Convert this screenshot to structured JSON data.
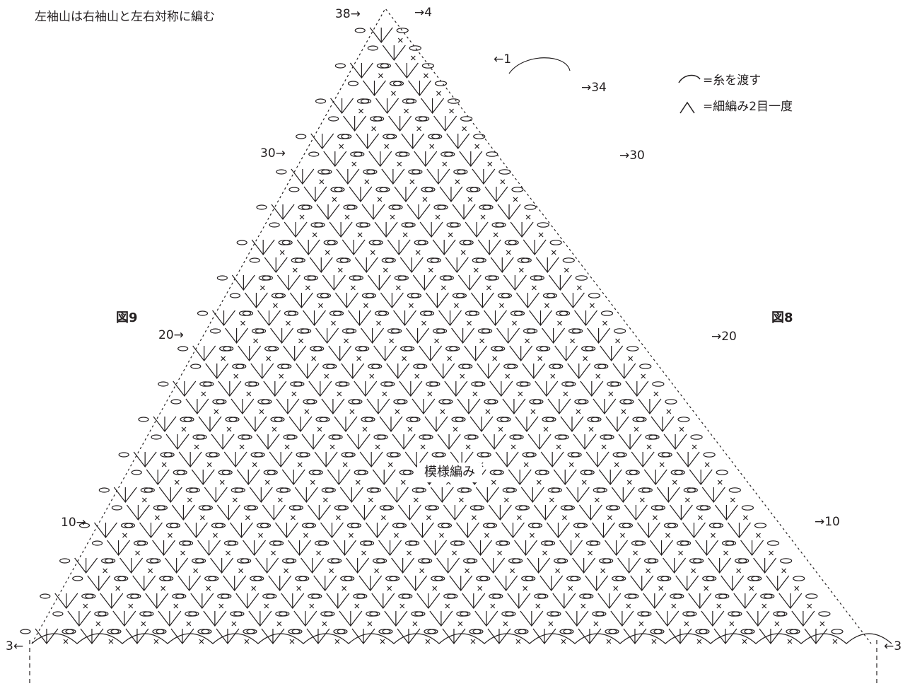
{
  "note": "左袖山は右袖山と左右対称に編む",
  "legend": {
    "yarn": "=糸を渡す",
    "dec": "=細編み2目一度"
  },
  "figures": {
    "left": "図9",
    "right": "図8"
  },
  "center_label": "模様編み",
  "rows": {
    "top_left": "38→",
    "top_right": "→4",
    "row_1": "←1",
    "row_34": "→34",
    "row_30_left": "30→",
    "row_30_right": "→30",
    "row_20_left": "20→",
    "row_20_right": "→20",
    "row_10_left": "10→",
    "row_10_right": "→10",
    "row_3_left": "3←",
    "row_3_right": "←3"
  },
  "colors": {
    "ink": "#231f20",
    "background": "#ffffff"
  }
}
